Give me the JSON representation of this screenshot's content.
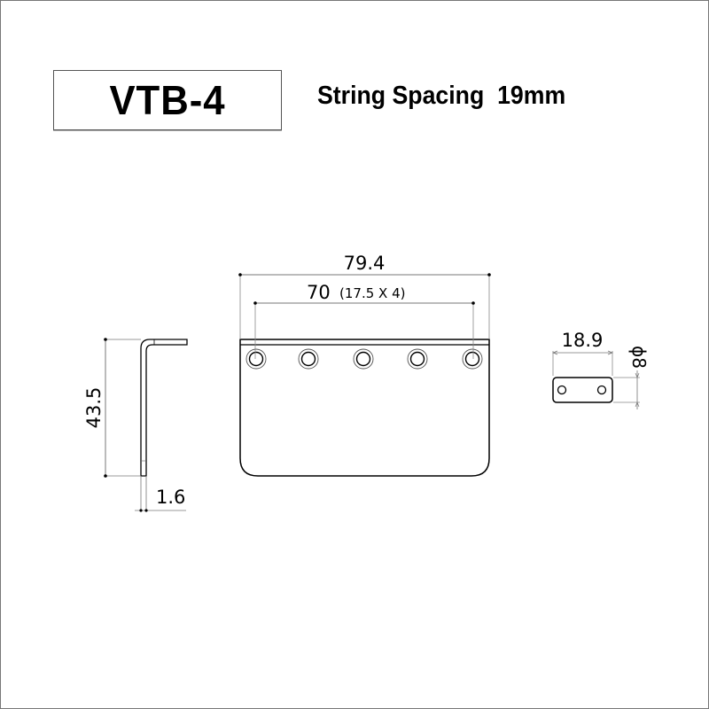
{
  "header": {
    "model": "VTB-4",
    "string_spacing": "String Spacing  19mm"
  },
  "drawing": {
    "front_view": {
      "overall_width": "79.4",
      "hole_span": "70",
      "hole_span_note": "(17.5 X 4)",
      "hole_count": 5
    },
    "side_view": {
      "height": "43.5",
      "thickness": "1.6"
    },
    "saddle_view": {
      "length": "18.9",
      "diameter": "ϕ8"
    },
    "colors": {
      "line": "#000000",
      "dimension_line": "#777777",
      "border": "#777777"
    }
  }
}
